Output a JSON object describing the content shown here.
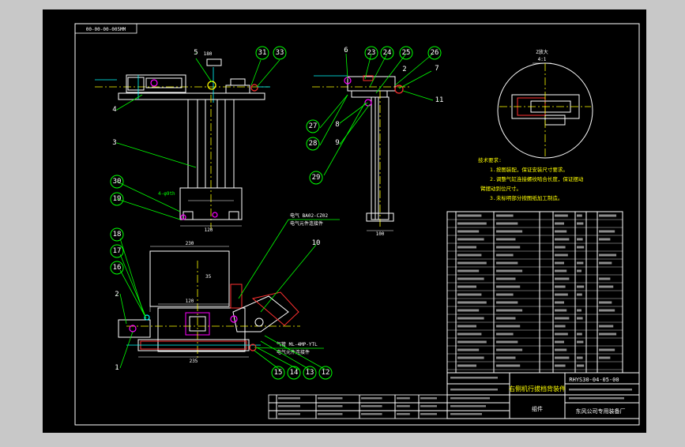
{
  "frame_code": "00-00-00-005MM",
  "balloons": {
    "b1": "1",
    "b2": "2",
    "b3": "3",
    "b4": "4",
    "b5": "5",
    "b6": "6",
    "b7": "7",
    "b8": "8",
    "b9": "9",
    "b10": "10",
    "b11": "11",
    "b12": "12",
    "b13": "13",
    "b14": "14",
    "b15": "15",
    "b16": "16",
    "b17": "17",
    "b18": "18",
    "b19": "19",
    "b23": "23",
    "b24": "24",
    "b25": "25",
    "b26": "26",
    "b27": "27",
    "b28": "28",
    "b29": "29",
    "b30": "30",
    "b31": "31",
    "b33": "33"
  },
  "detail_view": {
    "title": "Z放大",
    "scale": "4:1"
  },
  "notes": {
    "title": "技术要求:",
    "line1": "1.按图装配，保证安装尺寸要求。",
    "line2": "2.调整气缸连接螺纹啮合长度，保证摆动",
    "line3": "臂摆动到位尺寸。",
    "line4": "3.未标明部分按图纸加工制造。"
  },
  "callouts": {
    "upper_1": "电气 BA02-CZ02",
    "upper_2": "电气元件连接件",
    "lower_1": "气管 ML-4MP-YTL",
    "lower_2": "电气元件连接件"
  },
  "title_block": {
    "drawing_no": "RHYS30-04-05-00",
    "title": "右侧机行拔档背装件",
    "type": "组件",
    "company": "东风公司专用装备厂"
  }
}
